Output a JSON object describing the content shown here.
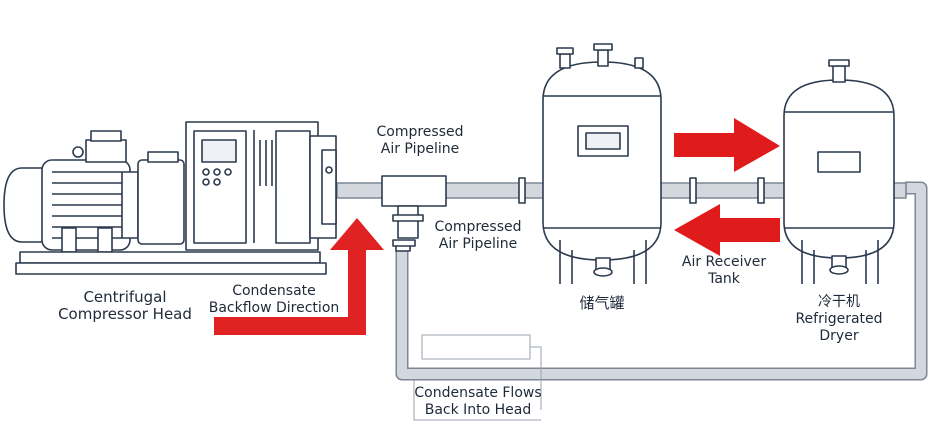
{
  "labels": {
    "compressor_head": [
      "Centrifugal",
      "Compressor Head"
    ],
    "condensate_backflow": [
      "Condensate",
      "Backflow Direction"
    ],
    "pipeline_top": [
      "Compressed",
      "Air Pipeline"
    ],
    "pipeline_mid": [
      "Compressed",
      "Air Pipeline"
    ],
    "receiver_tank": [
      "Air Receiver",
      "Tank"
    ],
    "storage_tank_cn": "储气罐",
    "dryer_cn": "冷干机",
    "dryer": [
      "Refrigerated",
      "Dryer"
    ],
    "condensate_flows": [
      "Condensate Flows",
      "Back Into Head"
    ]
  },
  "colors": {
    "line": "#2c3a4e",
    "pipe": "#c9ced6",
    "pipe_edge": "#7d8796",
    "arrow": "#e01b1b",
    "panel": "#eef1f5"
  }
}
